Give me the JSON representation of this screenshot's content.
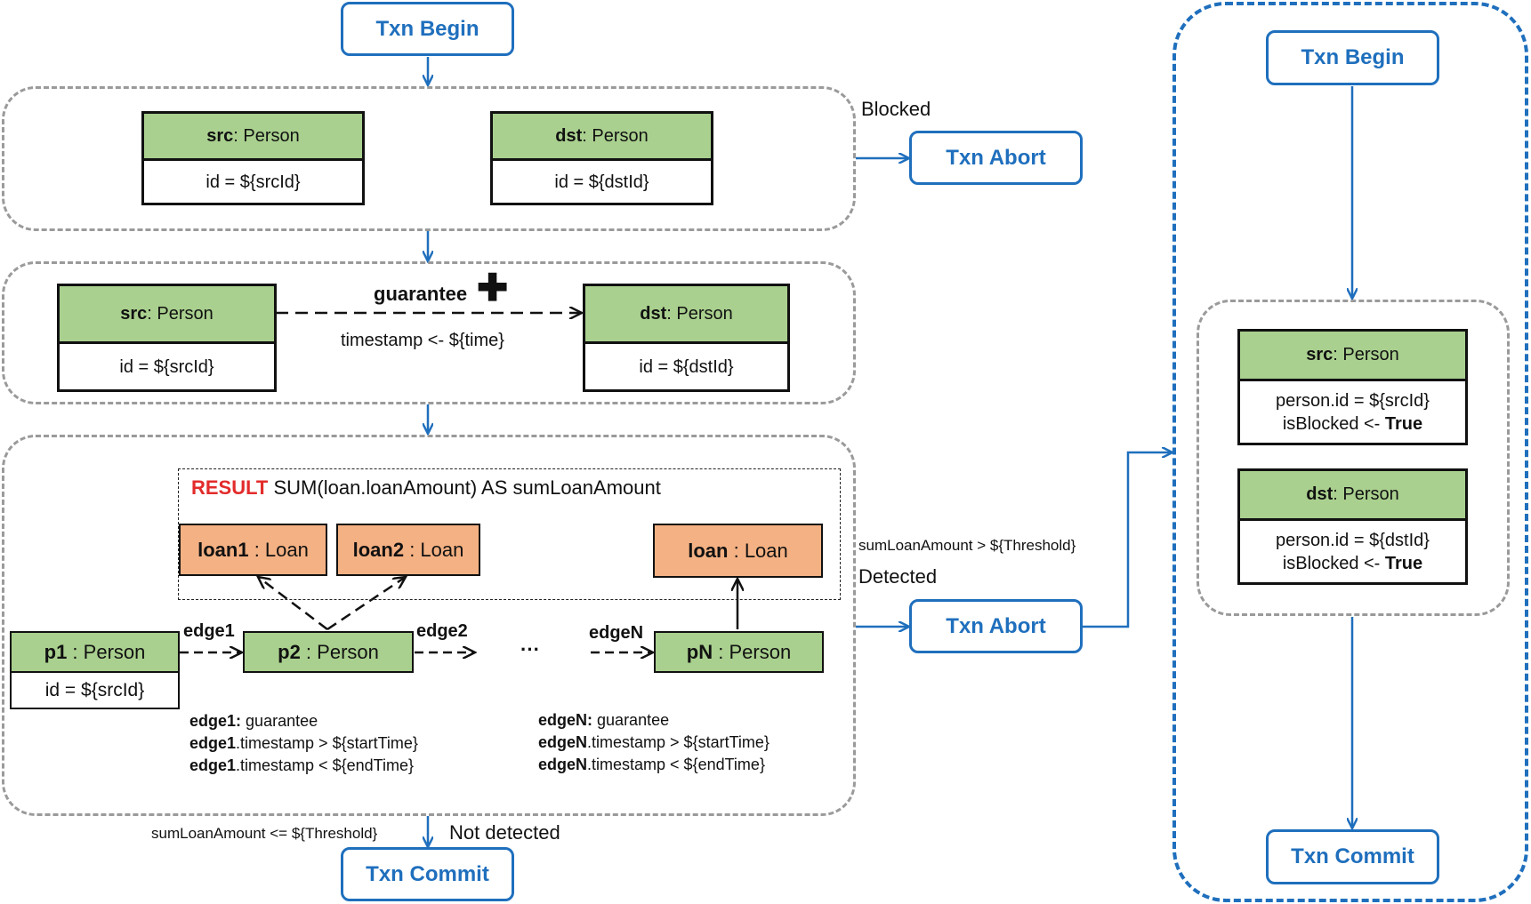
{
  "txn_begin": "Txn Begin",
  "txn_abort": "Txn Abort",
  "txn_commit": "Txn Commit",
  "person_type": "Person",
  "loan_type": "Loan",
  "src_label": "src",
  "dst_label": "dst",
  "id_src": "id = ${srcId}",
  "id_dst": "id = ${dstId}",
  "blocked": "Blocked",
  "guarantee": "guarantee",
  "plus_icon": "✚",
  "timestamp_assign": "timestamp <- ${time}",
  "result_keyword": "RESULT",
  "result_expr": "SUM(loan.loanAmount) AS sumLoanAmount",
  "loan1": "loan1",
  "loan2": "loan2",
  "loan": "loan",
  "p1": "p1",
  "p2": "p2",
  "pN": "pN",
  "edge1": "edge1",
  "edge2": "edge2",
  "edgeN": "edgeN",
  "ellipsis": "···",
  "edge1_cond": {
    "l1_name": "edge1:",
    "l1_rest": "guarantee",
    "l2_name": "edge1",
    "l2_rest": ".timestamp > ${startTime}",
    "l3_name": "edge1",
    "l3_rest": ".timestamp < ${endTime}"
  },
  "edgeN_cond": {
    "l1_name": "edgeN:",
    "l1_rest": "guarantee",
    "l2_name": "edgeN",
    "l2_rest": ".timestamp > ${startTime}",
    "l3_name": "edgeN",
    "l3_rest": ".timestamp < ${endTime}"
  },
  "threshold_gt": "sumLoanAmount > ${Threshold}",
  "detected": "Detected",
  "threshold_le": "sumLoanAmount <= ${Threshold}",
  "not_detected": "Not detected",
  "right_src_id": "person.id = ${srcId}",
  "right_dst_id": "person.id = ${dstId}",
  "is_blocked": "isBlocked <-",
  "true_val": "True",
  "colors": {
    "blue": "#1f6fbd",
    "green": "#a9d08e",
    "orange": "#f4b183",
    "red": "#e32b2b",
    "gray_dash": "#9a9a9a"
  }
}
